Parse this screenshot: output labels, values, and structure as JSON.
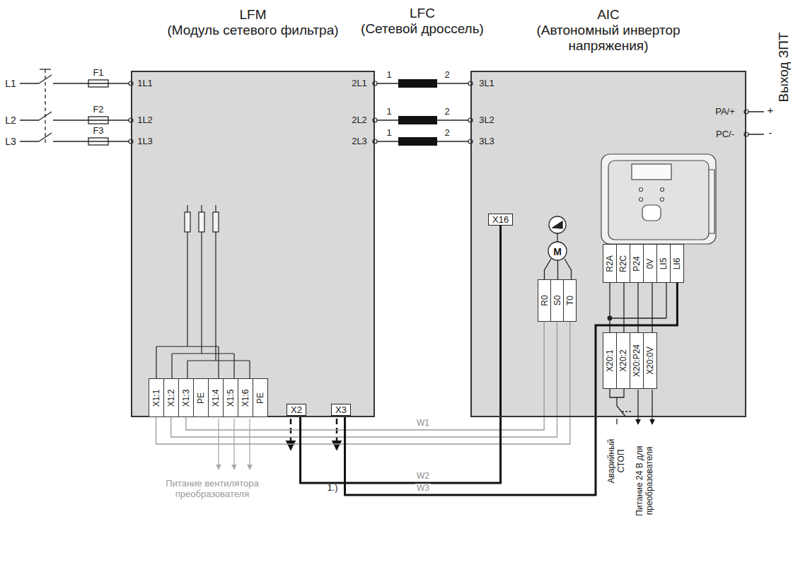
{
  "diagram": {
    "nodes": [
      {
        "text": [
          "LFM",
          "(Модуль сетевого фильтра)"
        ]
      },
      {
        "text": [
          "X1:1",
          "X1:2",
          "X1:3",
          "PE",
          "X1:4",
          "X1:5",
          "X1:6",
          "PE"
        ],
        "in": 0
      },
      {
        "text": [
          "X2"
        ],
        "in": 0
      },
      {
        "text": [
          "X3"
        ],
        "in": 0
      },
      {
        "text": [
          "LFC",
          "(Сетевой дроссель)"
        ]
      },
      {
        "text": [
          "AIC",
          "(Автономный инвертор напряжения)"
        ]
      },
      {
        "text": [
          "X16"
        ],
        "in": 5
      },
      {
        "text": [
          "R0",
          "S0",
          "T0"
        ],
        "in": 5
      },
      {
        "text": [
          "R2A",
          "R2C",
          "P24",
          "0V",
          "LI5",
          "LI6"
        ],
        "in": 5
      },
      {
        "text": [
          "X20:1",
          "X20:2",
          "X20:P24",
          "X20:0V"
        ],
        "in": 5
      }
    ],
    "edges": [
      {
        "from": 1,
        "to": 7,
        "arrow": "none",
        "label": "W1"
      },
      {
        "from": 2,
        "to": 6,
        "arrow": "none",
        "label": "W2"
      },
      {
        "from": 3,
        "to": 8,
        "arrow": "none",
        "label": "W3"
      }
    ],
    "labels": [
      "L1",
      "L2",
      "L3",
      "F1",
      "F2",
      "F3",
      "1L1",
      "1L2",
      "1L3",
      "2L1",
      "2L2",
      "2L3",
      "1",
      "2",
      "1",
      "2",
      "1",
      "2",
      "3L1",
      "3L2",
      "3L3",
      "PA/+",
      "PC/-",
      "+",
      "-",
      "Выход ЗПТ",
      "Аварийный СТОП",
      "Питание 24 В для преобразователя",
      "Питание вентилятора преобразователя",
      "1.)",
      "M"
    ]
  }
}
